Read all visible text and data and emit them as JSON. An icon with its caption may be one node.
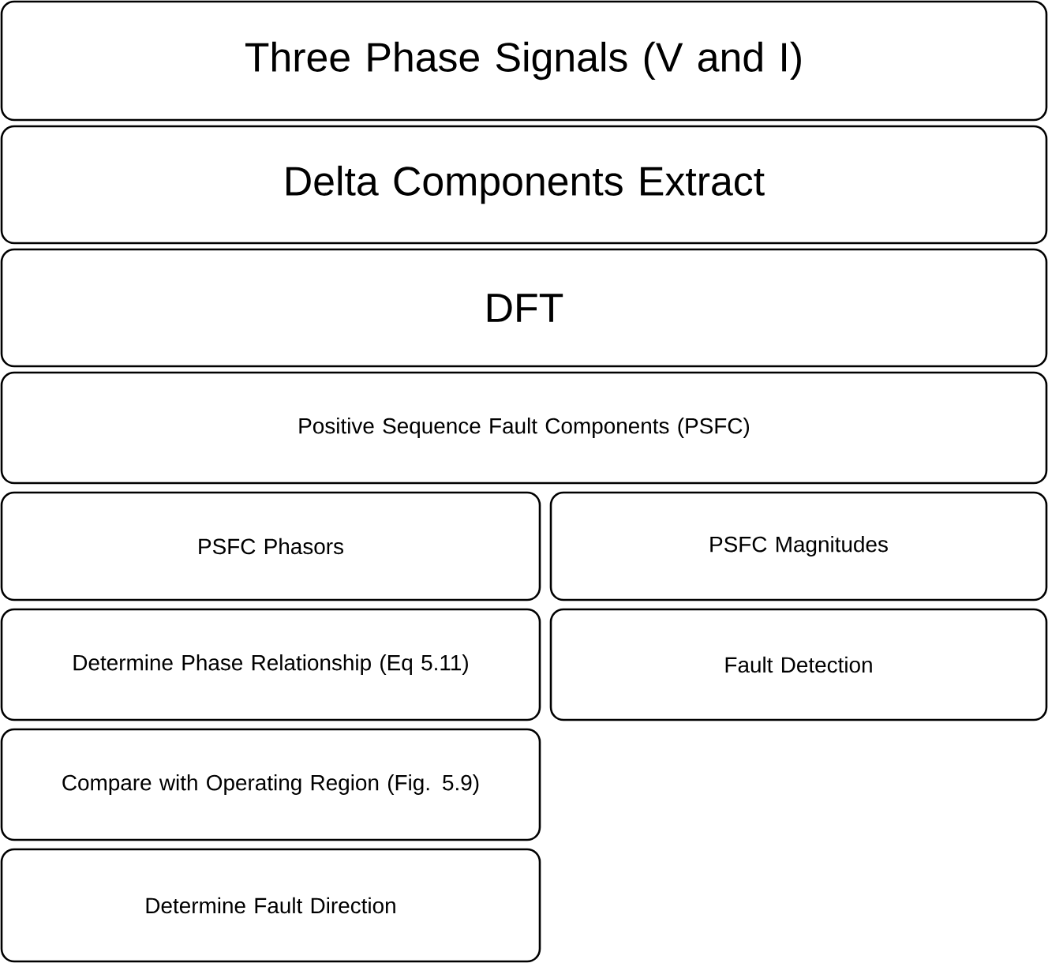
{
  "diagram": {
    "nodes": [
      {
        "text": [
          "Three Phase Signals (V and I)"
        ]
      },
      {
        "text": [
          "Delta Components Extract"
        ]
      },
      {
        "text": [
          "DFT"
        ]
      },
      {
        "text": [
          "Positive Sequence Fault Components (PSFC)"
        ]
      },
      {
        "text": [
          "PSFC Phasors"
        ]
      },
      {
        "text": [
          "PSFC Magnitudes"
        ]
      },
      {
        "text": [
          "Determine Phase Relationship (Eq 5.11)"
        ]
      },
      {
        "text": [
          "Fault Detection"
        ]
      },
      {
        "text": [
          "Compare with Operating Region (Fig. 5.9)"
        ]
      },
      {
        "text": [
          "Determine Fault Direction"
        ]
      }
    ]
  }
}
